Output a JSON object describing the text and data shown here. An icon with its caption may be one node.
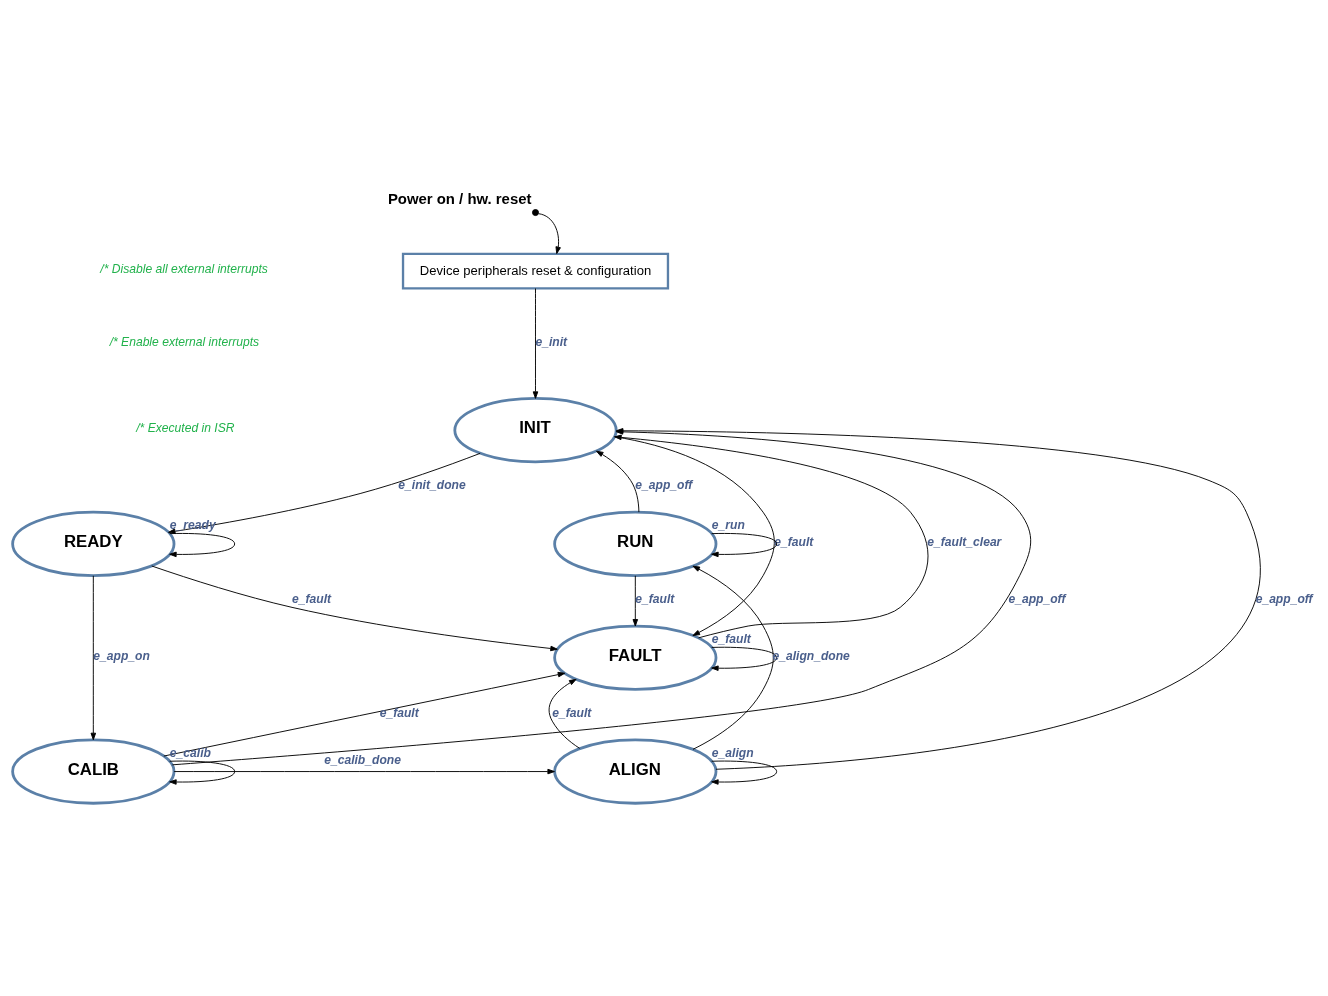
{
  "diagram": {
    "nodes": [
      {
        "text": [],
        "shape": "circle",
        "beside": [
          "Power on / hw. reset"
        ]
      },
      {
        "text": [
          "Device peripherals reset & configuration"
        ]
      },
      {
        "text": [
          "INIT"
        ]
      },
      {
        "text": [
          "READY"
        ]
      },
      {
        "text": [
          "RUN"
        ]
      },
      {
        "text": [
          "FAULT"
        ]
      },
      {
        "text": [
          "CALIB"
        ]
      },
      {
        "text": [
          "ALIGN"
        ]
      }
    ],
    "edges": [
      {
        "from": 0,
        "to": 1,
        "arrow": "to"
      },
      {
        "from": 1,
        "to": 2,
        "arrow": "to",
        "label": "e_init"
      },
      {
        "from": 2,
        "to": 3,
        "arrow": "to",
        "label": "e_init_done"
      },
      {
        "from": 4,
        "to": 2,
        "arrow": "to",
        "label": "e_app_off"
      },
      {
        "from": 6,
        "to": 2,
        "arrow": "to",
        "label": "e_app_off"
      },
      {
        "from": 5,
        "to": 2,
        "arrow": "to",
        "label": "e_fault_clear"
      },
      {
        "from": 2,
        "to": 5,
        "arrow": "to",
        "label": "e_fault"
      },
      {
        "from": 7,
        "to": 2,
        "arrow": "to",
        "label": "e_app_off"
      },
      {
        "from": 3,
        "to": 3,
        "arrow": "to",
        "label": "e_ready"
      },
      {
        "from": 3,
        "to": 5,
        "arrow": "to",
        "label": "e_fault"
      },
      {
        "from": 4,
        "to": 5,
        "arrow": "to",
        "label": "e_fault"
      },
      {
        "from": 4,
        "to": 4,
        "arrow": "to",
        "label": "e_run"
      },
      {
        "from": 3,
        "to": 6,
        "arrow": "to",
        "label": "e_app_on"
      },
      {
        "from": 7,
        "to": 4,
        "arrow": "to",
        "label": "e_align_done"
      },
      {
        "from": 5,
        "to": 5,
        "arrow": "to",
        "label": "e_fault"
      },
      {
        "from": 6,
        "to": 5,
        "arrow": "to",
        "label": "e_fault"
      },
      {
        "from": 7,
        "to": 5,
        "arrow": "to",
        "label": "e_fault"
      },
      {
        "from": 6,
        "to": 6,
        "arrow": "to",
        "label": "e_calib"
      },
      {
        "from": 7,
        "to": 7,
        "arrow": "to",
        "label": "e_align"
      },
      {
        "from": 6,
        "to": 7,
        "arrow": "to",
        "label": "e_calib_done"
      }
    ],
    "labels": [
      "/* Disable all external interrupts",
      "/* Enable external interrupts",
      "/* Executed in ISR"
    ]
  }
}
